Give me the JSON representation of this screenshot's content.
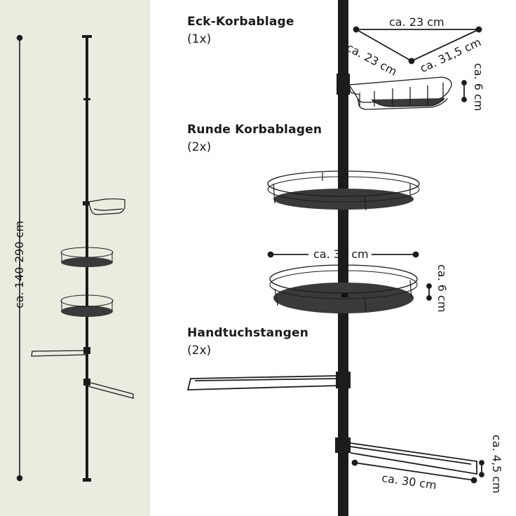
{
  "labels": {
    "corner_title": "Eck-Korbablage",
    "corner_count": "(1x)",
    "round_title": "Runde Korbablagen",
    "round_count": "(2x)",
    "towel_title": "Handtuchstangen",
    "towel_count": "(2x)"
  },
  "dimensions": {
    "total_height": "ca. 140-290 cm",
    "corner_side_top": "ca. 23 cm",
    "corner_side_left": "ca. 23 cm",
    "corner_side_right": "ca. 31,5 cm",
    "corner_height": "ca. 6 cm",
    "round_diameter": "ca. 30 cm",
    "round_height": "ca. 6 cm",
    "towel_height": "ca. 4,5 cm",
    "towel_length": "ca. 30 cm"
  },
  "colors": {
    "left_background": "#ebece0",
    "product": "#1c1c1c",
    "shelf_fill": "#3a3a3a"
  }
}
